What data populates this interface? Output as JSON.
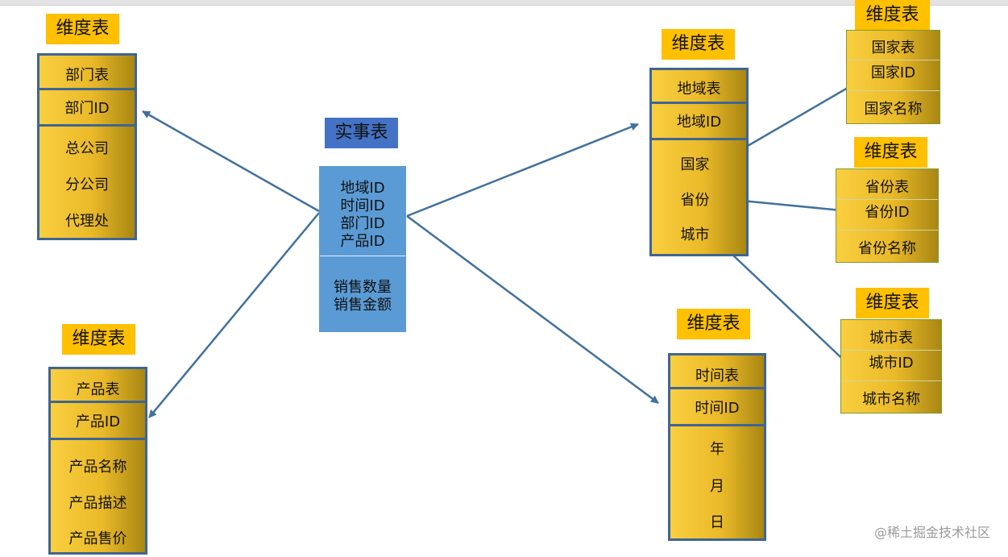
{
  "labels": {
    "dimension": "维度表",
    "fact": "实事表"
  },
  "fact_table": {
    "keys": [
      "地域ID",
      "时间ID",
      "部门ID",
      "产品ID"
    ],
    "measures": [
      "销售数量",
      "销售金额"
    ]
  },
  "dept_table": {
    "header": "部门表",
    "key": "部门ID",
    "fields": [
      "总公司",
      "分公司",
      "代理处"
    ]
  },
  "product_table": {
    "header": "产品表",
    "key": "产品ID",
    "fields": [
      "产品名称",
      "产品描述",
      "产品售价"
    ]
  },
  "region_table": {
    "header": "地域表",
    "key": "地域ID",
    "fields": [
      "国家",
      "省份",
      "城市"
    ]
  },
  "time_table": {
    "header": "时间表",
    "key": "时间ID",
    "fields": [
      "年",
      "月",
      "日"
    ]
  },
  "country_table": {
    "header": "国家表",
    "key": "国家ID",
    "fields": [
      "国家名称"
    ]
  },
  "province_table": {
    "header": "省份表",
    "key": "省份ID",
    "fields": [
      "省份名称"
    ]
  },
  "city_table": {
    "header": "城市表",
    "key": "城市ID",
    "fields": [
      "城市名称"
    ]
  },
  "watermark": "@稀土掘金技术社区",
  "colors": {
    "dimension_label": "#ffc000",
    "fact_label": "#4472c4",
    "fact_table": "#5b9bd5",
    "table_border": "#3f6592",
    "arrow": "#41719c"
  }
}
